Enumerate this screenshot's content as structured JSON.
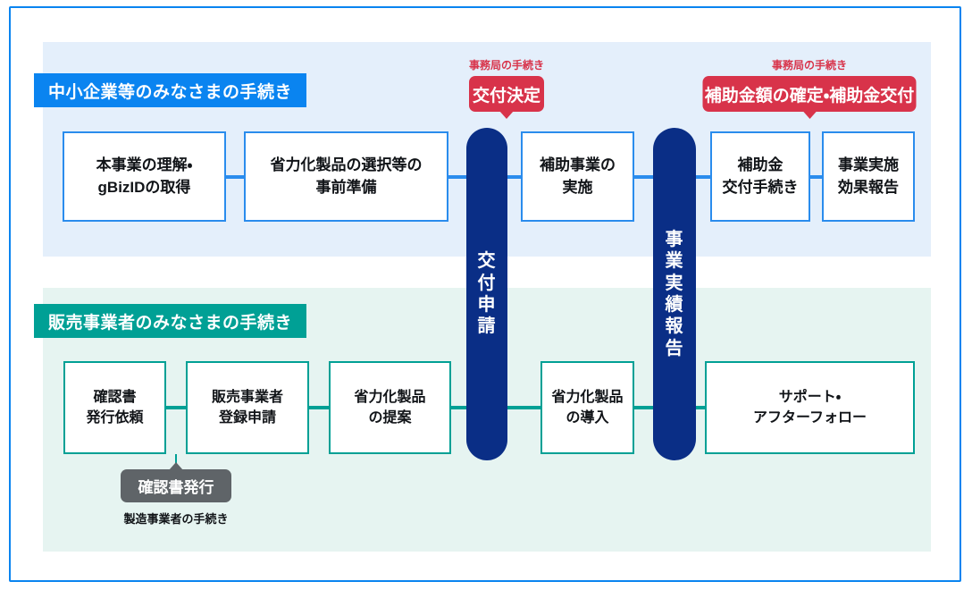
{
  "diagram": {
    "title": "補助金 手続きフロー図",
    "colors": {
      "blue_accent": "#0a84f0",
      "blue_band": "#e4effb",
      "blue_border": "#2a8ced",
      "green_accent": "#00a095",
      "green_band": "#e6f4f1",
      "red_accent": "#d8334a",
      "navy_pill": "#0a2e86",
      "grey_pill": "#5f6468",
      "frame_border": "#0a84f0"
    }
  },
  "sections": {
    "sme": {
      "banner_label": "中小企業等のみなさまの手続き",
      "steps": [
        {
          "id": "sme-1",
          "lines": [
            "本事業の理解・",
            "gBizIDの取得"
          ]
        },
        {
          "id": "sme-2",
          "lines": [
            "省力化製品の選択等の",
            "事前準備"
          ]
        },
        {
          "id": "sme-3",
          "lines": [
            "補助事業の",
            "実施"
          ]
        },
        {
          "id": "sme-4",
          "lines": [
            "補助金",
            "交付手続き"
          ]
        },
        {
          "id": "sme-5",
          "lines": [
            "事業実施",
            "効果報告"
          ]
        }
      ]
    },
    "vendor": {
      "banner_label": "販売事業者のみなさまの手続き",
      "steps": [
        {
          "id": "ven-1",
          "lines": [
            "確認書",
            "発行依頼"
          ]
        },
        {
          "id": "ven-2",
          "lines": [
            "販売事業者",
            "登録申請"
          ]
        },
        {
          "id": "ven-3",
          "lines": [
            "省力化製品",
            "の提案"
          ]
        },
        {
          "id": "ven-4",
          "lines": [
            "省力化製品",
            "の導入"
          ]
        },
        {
          "id": "ven-5",
          "lines": [
            "サポート・",
            "アフターフォロー"
          ]
        }
      ]
    }
  },
  "office_callouts": [
    {
      "id": "oc-1",
      "note": "事務局の手続き",
      "label": "交付決定"
    },
    {
      "id": "oc-2",
      "note": "事務局の手続き",
      "label": "補助金額の確定・補助金交付"
    }
  ],
  "gateways": [
    {
      "id": "gw-1",
      "label": "交付申請",
      "chars": [
        "交",
        "付",
        "申",
        "請"
      ]
    },
    {
      "id": "gw-2",
      "label": "事業実績報告",
      "chars": [
        "事",
        "業",
        "実",
        "績",
        "報",
        "告"
      ]
    }
  ],
  "manufacturer": {
    "pill_label": "確認書発行",
    "caption": "製造事業者の手続き"
  }
}
